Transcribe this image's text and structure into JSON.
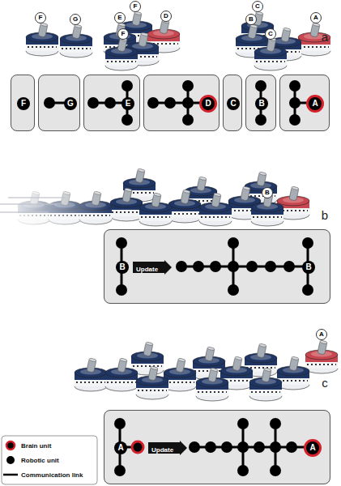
{
  "diagram": {
    "nodes": [
      {
        "text": []
      },
      {
        "text": [
          "F"
        ],
        "in": 0
      },
      {
        "text": []
      },
      {
        "text": [
          "G"
        ],
        "in": 2
      },
      {
        "text": []
      },
      {
        "text": [
          "E"
        ],
        "in": 4
      },
      {
        "text": []
      },
      {
        "text": [
          "D"
        ],
        "in": 6
      },
      {
        "text": []
      },
      {
        "text": [
          "C"
        ],
        "in": 8
      },
      {
        "text": []
      },
      {
        "text": [
          "B"
        ],
        "in": 10
      },
      {
        "text": []
      },
      {
        "text": [
          "A"
        ],
        "in": 12
      },
      {
        "text": []
      },
      {
        "text": [
          "B"
        ],
        "in": 14
      },
      {
        "text": [
          "Update"
        ],
        "in": 14
      },
      {
        "text": [
          "B"
        ],
        "in": 14
      },
      {
        "text": []
      },
      {
        "text": [
          "A"
        ],
        "in": 18
      },
      {
        "text": [
          "Update"
        ],
        "in": 18
      },
      {
        "text": [
          "A"
        ],
        "in": 18
      }
    ],
    "labels": [
      "F",
      "G",
      "F",
      "E",
      "F",
      "D",
      "C",
      "B",
      "C",
      "A",
      "a",
      "B",
      "b",
      "A",
      "c"
    ],
    "legend": [
      {
        "text": "Brain unit"
      },
      {
        "text": "Robotic unit"
      },
      {
        "text": "Communication link"
      }
    ]
  }
}
